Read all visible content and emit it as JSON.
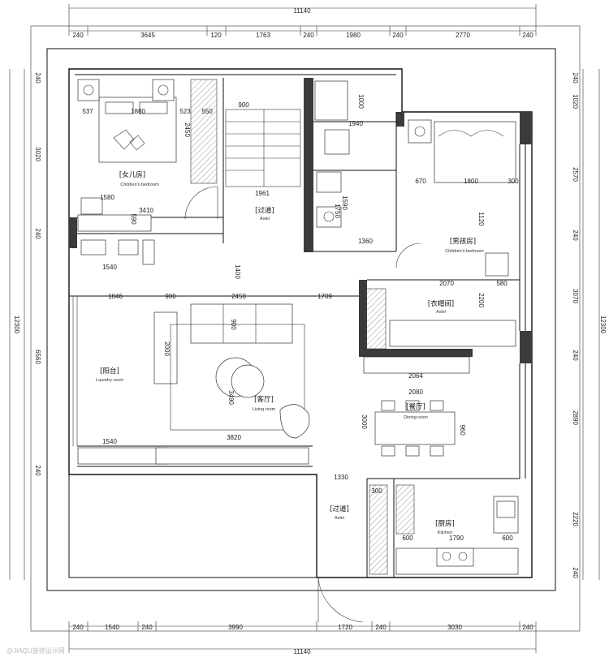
{
  "dims_top": [
    "11140",
    "240",
    "3645",
    "120",
    "1763",
    "240",
    "1980",
    "240",
    "2770",
    "240"
  ],
  "dims_bottom": [
    "11140",
    "240",
    "1540",
    "240",
    "3990",
    "1720",
    "240",
    "3030",
    "240"
  ],
  "dims_left": [
    "240",
    "3020",
    "240",
    "12300",
    "6560",
    "240"
  ],
  "dims_right": [
    "240",
    "1020",
    "2570",
    "240",
    "3070",
    "12300",
    "240",
    "2890",
    "2220",
    "240"
  ],
  "dims_inner": [
    "537",
    "1880",
    "523",
    "550",
    "900",
    "1000",
    "1940",
    "2450",
    "1580",
    "3410",
    "590",
    "1540",
    "1961",
    "1590",
    "1360",
    "670",
    "1800",
    "300",
    "1120",
    "1400",
    "1846",
    "900",
    "2450",
    "1709",
    "2070",
    "580",
    "2200",
    "900",
    "2000",
    "2064",
    "2080",
    "3000",
    "960",
    "3490",
    "1540",
    "3820",
    "1330",
    "300",
    "600",
    "1790",
    "600",
    "1750"
  ],
  "rooms": [
    {
      "zh": "[女儿房]",
      "en": "Children's bedroom"
    },
    {
      "zh": "[过道]",
      "en": "Aslel"
    },
    {
      "zh": "[男孩房]",
      "en": "Children's bedroom"
    },
    {
      "zh": "[衣帽间]",
      "en": "Aslel"
    },
    {
      "zh": "[阳台]",
      "en": "Laundry room"
    },
    {
      "zh": "[客厅]",
      "en": "Living room"
    },
    {
      "zh": "[餐厅]",
      "en": "Dining room"
    },
    {
      "zh": "[过道]",
      "en": "Aslel"
    },
    {
      "zh": "[厨房]",
      "en": "Kitchen"
    }
  ],
  "watermark": "@JIAQU装修设计网"
}
